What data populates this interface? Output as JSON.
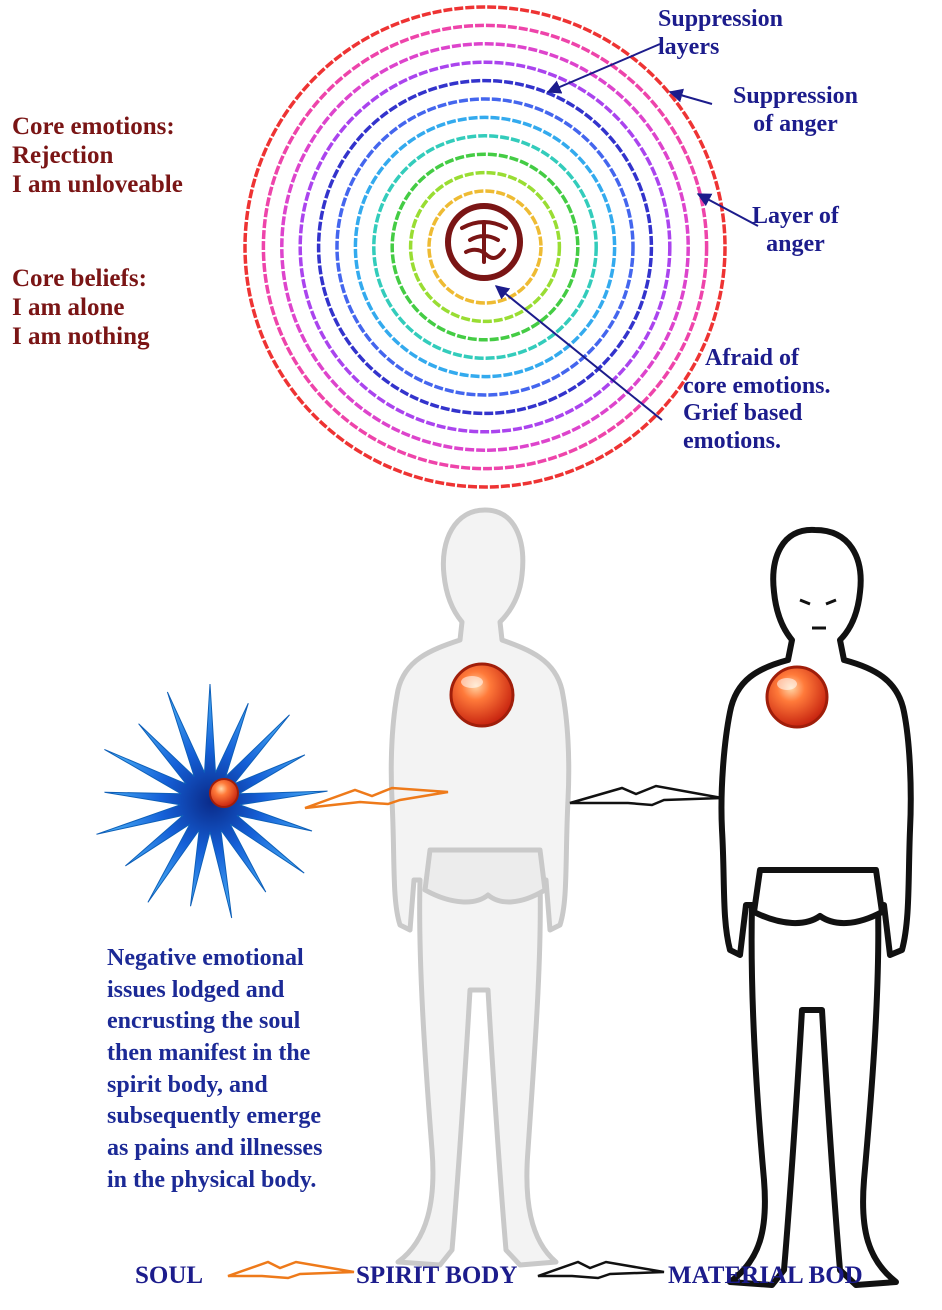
{
  "core_emotions": {
    "heading": "Core emotions:",
    "lines": [
      "Rejection",
      "I am unloveable"
    ]
  },
  "core_beliefs": {
    "heading": "Core beliefs:",
    "lines": [
      "I am alone",
      "I am nothing"
    ]
  },
  "labels": {
    "suppression_layers": [
      "Suppression",
      "layers"
    ],
    "suppression_of_anger": [
      "Suppression",
      "of anger"
    ],
    "layer_of_anger": [
      "Layer of",
      "anger"
    ],
    "afraid": [
      "Afraid of",
      "core emotions.",
      "Grief based",
      "emotions."
    ]
  },
  "paragraph": [
    "Negative emotional",
    "issues lodged and",
    "encrusting the soul",
    "then manifest in the",
    "spirit body, and",
    "subsequently emerge",
    "as pains and illnesses",
    "in the physical body."
  ],
  "bottom_labels": {
    "soul": "SOUL",
    "spirit_body": "SPIRIT BODY",
    "material_body": "MATERIAL BOD"
  },
  "colors": {
    "dark_red": "#7a1515",
    "navy": "#1c1c8c",
    "ring_colors": [
      "#ee3333",
      "#ee44aa",
      "#dd44cc",
      "#aa44ee",
      "#3333cc",
      "#4466ee",
      "#33aaee",
      "#33ccbb",
      "#44cc44",
      "#99dd33",
      "#eebb33"
    ],
    "heart": "#e84420",
    "star": "#1a8ee8",
    "orange_bolt": "#ee7a1a",
    "black_bolt": "#111111"
  },
  "icons": {
    "core_symbol": "swirl-circle-icon",
    "soul": "starburst-icon",
    "bolt": "lightning-bolt-icon"
  }
}
